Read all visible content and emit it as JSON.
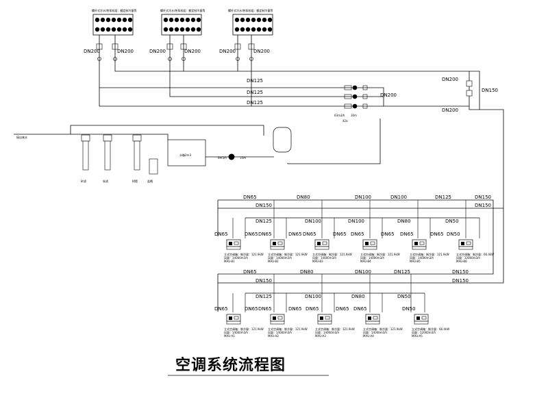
{
  "title": "空调系统流程图",
  "chillers": [
    {
      "name": "螺杆式冷水/热泵机组：额定制冷量等",
      "pipes": [
        "DN200",
        "DN200"
      ]
    },
    {
      "name": "螺杆式冷水/热泵机组：额定制冷量等",
      "pipes": [
        "DN200",
        "DN200"
      ]
    },
    {
      "name": "螺杆式冷水/热泵机组：额定制冷量等",
      "pipes": [
        "DN200",
        "DN200"
      ]
    }
  ],
  "main_pipes": {
    "dn125": [
      "DN125",
      "DN125",
      "DN125"
    ],
    "dn200_a": "DN200",
    "dn200_b": "DN200",
    "dn200_c": "DN200",
    "dn150": "DN150"
  },
  "pump_main": {
    "flow": "63m3/h",
    "head": "30m",
    "note": "42a"
  },
  "pump_makeup": {
    "flow": "6m3/h",
    "head": "15m"
  },
  "water_inlet": "接自来水",
  "tank": "水箱2m3",
  "treatment": [
    "砂滤",
    "炭滤",
    "树脂",
    "盐桶"
  ],
  "zone1": {
    "top_sizes": [
      "DN65",
      "DN80",
      "DN100",
      "DN100",
      "DN125",
      "DN150"
    ],
    "row2": [
      "DN150",
      "DN150"
    ],
    "row3": [
      "DN125",
      "DN100",
      "DN100",
      "DN80",
      "DN50"
    ],
    "units": [
      {
        "left": "DN65",
        "right": "DN65",
        "t1": "立式空调箱：制冷量：121.9kW",
        "t2": "风量：14000m3/h",
        "t3": "MAU-B1"
      },
      {
        "left": "DN65",
        "right": "DN65",
        "t1": "立式空调箱：制冷量：121.9kW",
        "t2": "风量：14000m3/h",
        "t3": "MAU-B2"
      },
      {
        "left": "DN65",
        "right": "DN65",
        "t1": "立式空调箱：制冷量：121.9kW",
        "t2": "风量：14000m3/h",
        "t3": "MAU-B3"
      },
      {
        "left": "DN65",
        "right": "DN65",
        "t1": "立式空调箱：制冷量：121.9kW",
        "t2": "风量：14000m3/h",
        "t3": "MAU-B4"
      },
      {
        "left": "DN65",
        "right": "DN65",
        "t1": "立式空调箱：制冷量：121.9kW",
        "t2": "风量：14000m3/h",
        "t3": "MAU-B5"
      },
      {
        "left": "DN50",
        "right": "",
        "t1": "立式空调箱：制冷量：66.4kW",
        "t2": "风量：12000m3/h",
        "t3": "MAU-B6"
      }
    ]
  },
  "zone2": {
    "top_sizes": [
      "DN65",
      "DN80",
      "DN100",
      "DN125",
      "DN150"
    ],
    "row2": [
      "DN150",
      "DN150"
    ],
    "row3": [
      "DN125",
      "DN100",
      "DN80",
      "DN50"
    ],
    "units": [
      {
        "left": "DN65",
        "right": "DN65",
        "t1": "立式空调箱：制冷量：121.9kW",
        "t2": "风量：14000m3/h",
        "t3": "MAU-A1"
      },
      {
        "left": "DN65",
        "right": "DN65",
        "t1": "立式空调箱：制冷量：121.9kW",
        "t2": "风量：14000m3/h",
        "t3": "MAU-A2"
      },
      {
        "left": "DN65",
        "right": "DN65",
        "t1": "立式空调箱：制冷量：121.9kW",
        "t2": "风量：14000m3/h",
        "t3": "MAU-A3"
      },
      {
        "left": "DN65",
        "right": "",
        "t1": "立式空调箱：制冷量：121.9kW",
        "t2": "风量：14000m3/h",
        "t3": "MAU-A4"
      },
      {
        "left": "DN50",
        "right": "",
        "t1": "立式空调箱：制冷量：66.4kW",
        "t2": "风量：12000m3/h",
        "t3": "MAU-A5"
      }
    ]
  }
}
